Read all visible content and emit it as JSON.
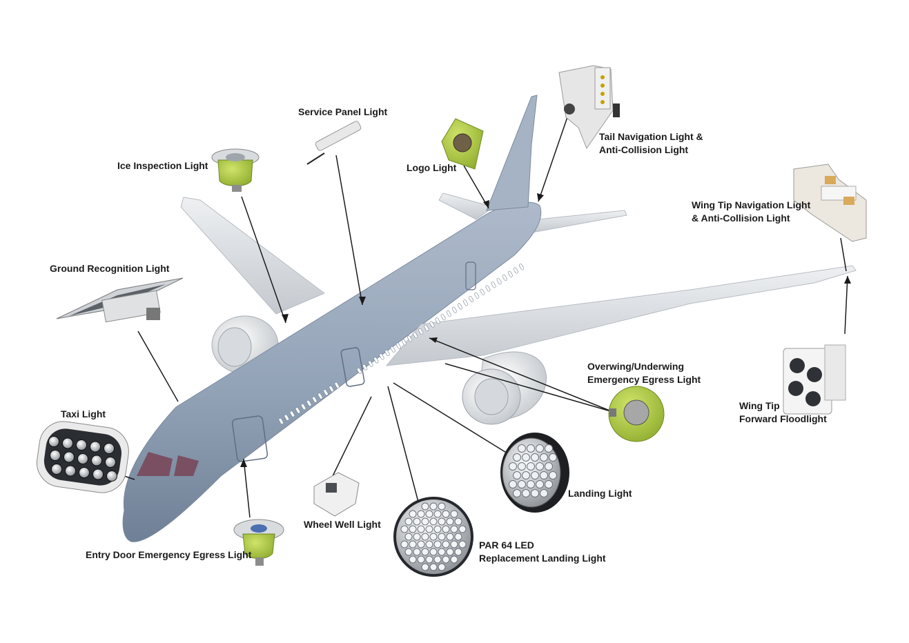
{
  "labels": {
    "service_panel": "Service Panel Light",
    "ice_inspection": "Ice Inspection Light",
    "logo": "Logo Light",
    "tail_nav": [
      "Tail Navigation Light &",
      "Anti-Collision Light"
    ],
    "wing_tip_nav": [
      "Wing Tip Navigation Light",
      "& Anti-Collision Light"
    ],
    "ground_recognition": "Ground Recognition Light",
    "overwing": [
      "Overwing/Underwing",
      "Emergency Egress Light"
    ],
    "wing_tip_flood": [
      "Wing Tip",
      "Forward Floodlight"
    ],
    "taxi": "Taxi Light",
    "landing": "Landing Light",
    "wheel_well": "Wheel Well Light",
    "par64": [
      "PAR 64 LED",
      "Replacement Landing Light"
    ],
    "entry_door": "Entry Door Emergency Egress Light"
  },
  "colors": {
    "fuselage": "#9aa9bb",
    "wing": "#dcdfe2",
    "housing_green": "#a8c83a",
    "line": "#1a1a1a"
  }
}
